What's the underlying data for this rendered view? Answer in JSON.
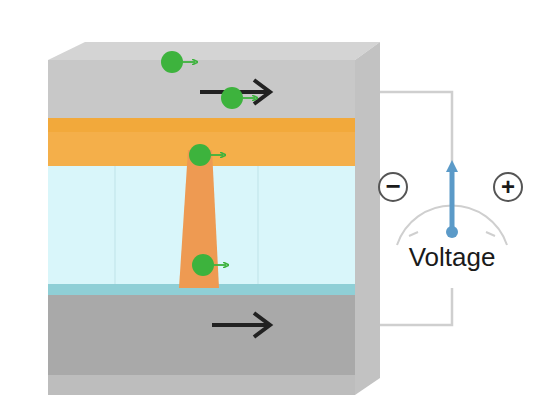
{
  "diagram": {
    "labels": [
      "−",
      "+",
      "Voltage"
    ]
  }
}
